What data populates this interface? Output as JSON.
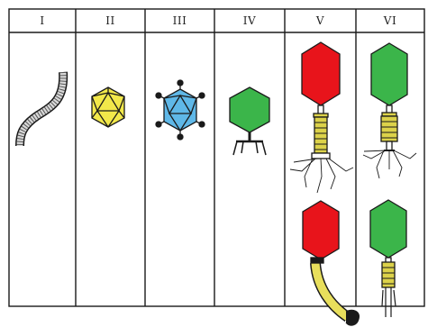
{
  "columns": [
    {
      "label": "I"
    },
    {
      "label": "II"
    },
    {
      "label": "III"
    },
    {
      "label": "IV"
    },
    {
      "label": "V"
    },
    {
      "label": "VI"
    }
  ],
  "colors": {
    "line": "#1a1a1a",
    "red_head": "#e8141b",
    "green_head": "#3bb54a",
    "yellow": "#f2e84a",
    "tail_yellow": "#dcd24a",
    "blue": "#5fb8e8",
    "grey_rod": "#d9d9d9"
  }
}
